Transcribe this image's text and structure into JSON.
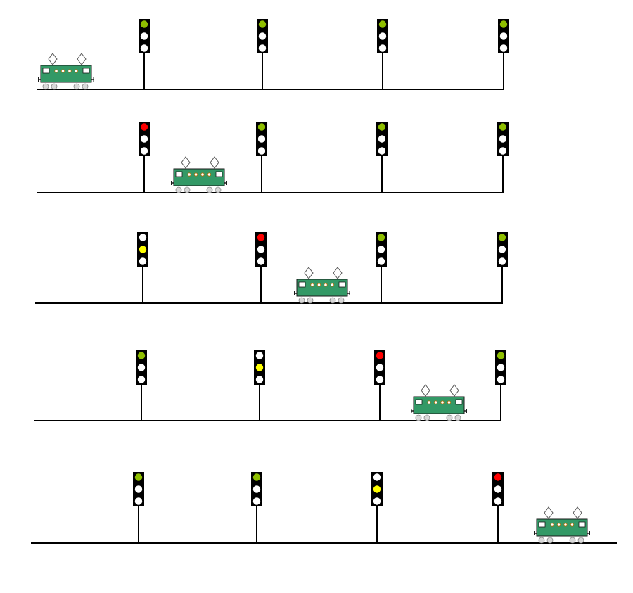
{
  "colors": {
    "background": "#ffffff",
    "track": "#000000",
    "signal_body": "#000000",
    "lamp_off": "#ffffff",
    "green": "#8fbf00",
    "yellow": "#ffff00",
    "red": "#ff0000",
    "train_body": "#339966",
    "train_outline": "#1a1a1a",
    "train_window": "#ffffff",
    "train_wheel": "#d9d9d9",
    "pantograph": "#ffffff"
  },
  "icons": {
    "signal": "three-aspect-signal-icon",
    "train": "electric-locomotive-icon"
  },
  "rows": [
    {
      "train_position": "before-signal-1",
      "signals": [
        "green",
        "green",
        "green",
        "green"
      ]
    },
    {
      "train_position": "between-signal-1-and-2",
      "signals": [
        "red",
        "green",
        "green",
        "green"
      ]
    },
    {
      "train_position": "between-signal-2-and-3",
      "signals": [
        "yellow",
        "red",
        "green",
        "green"
      ]
    },
    {
      "train_position": "between-signal-3-and-4",
      "signals": [
        "green",
        "yellow",
        "red",
        "green"
      ]
    },
    {
      "train_position": "after-signal-4",
      "signals": [
        "green",
        "green",
        "yellow",
        "red"
      ]
    }
  ]
}
